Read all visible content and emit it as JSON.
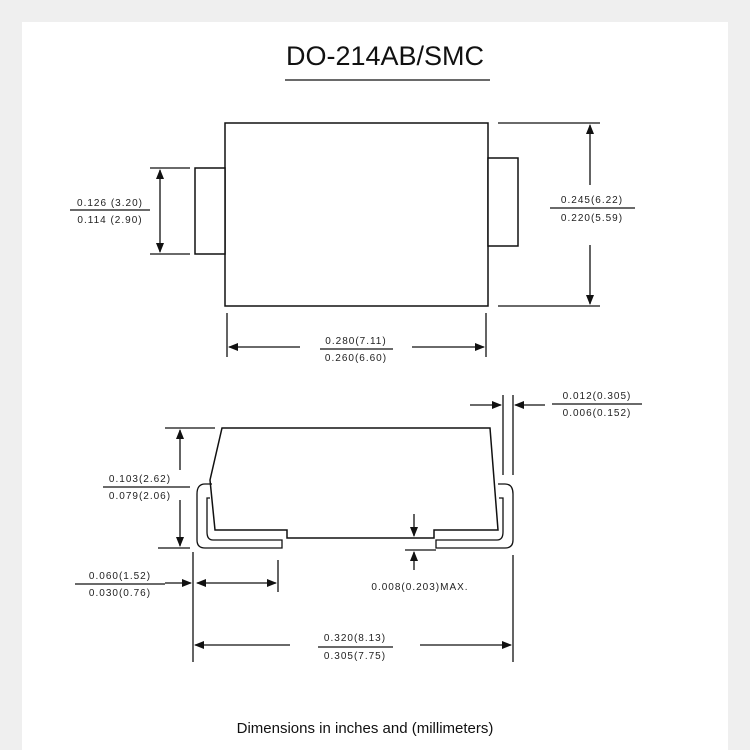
{
  "title": "DO-214AB/SMC",
  "footer": "Dimensions in inches and (millimeters)",
  "top_view": {
    "tab_height": {
      "max": "0.126 (3.20)",
      "min": "0.114 (2.90)"
    },
    "body_height": {
      "max": "0.245(6.22)",
      "min": "0.220(5.59)"
    },
    "body_width": {
      "max": "0.280(7.11)",
      "min": "0.260(6.60)"
    }
  },
  "side_view": {
    "lead_thickness": {
      "max": "0.012(0.305)",
      "min": "0.006(0.152)"
    },
    "height": {
      "max": "0.103(2.62)",
      "min": "0.079(2.06)"
    },
    "lead_length": {
      "max": "0.060(1.52)",
      "min": "0.030(0.76)"
    },
    "standoff": "0.008(0.203)MAX.",
    "overall_length": {
      "max": "0.320(8.13)",
      "min": "0.305(7.75)"
    }
  }
}
